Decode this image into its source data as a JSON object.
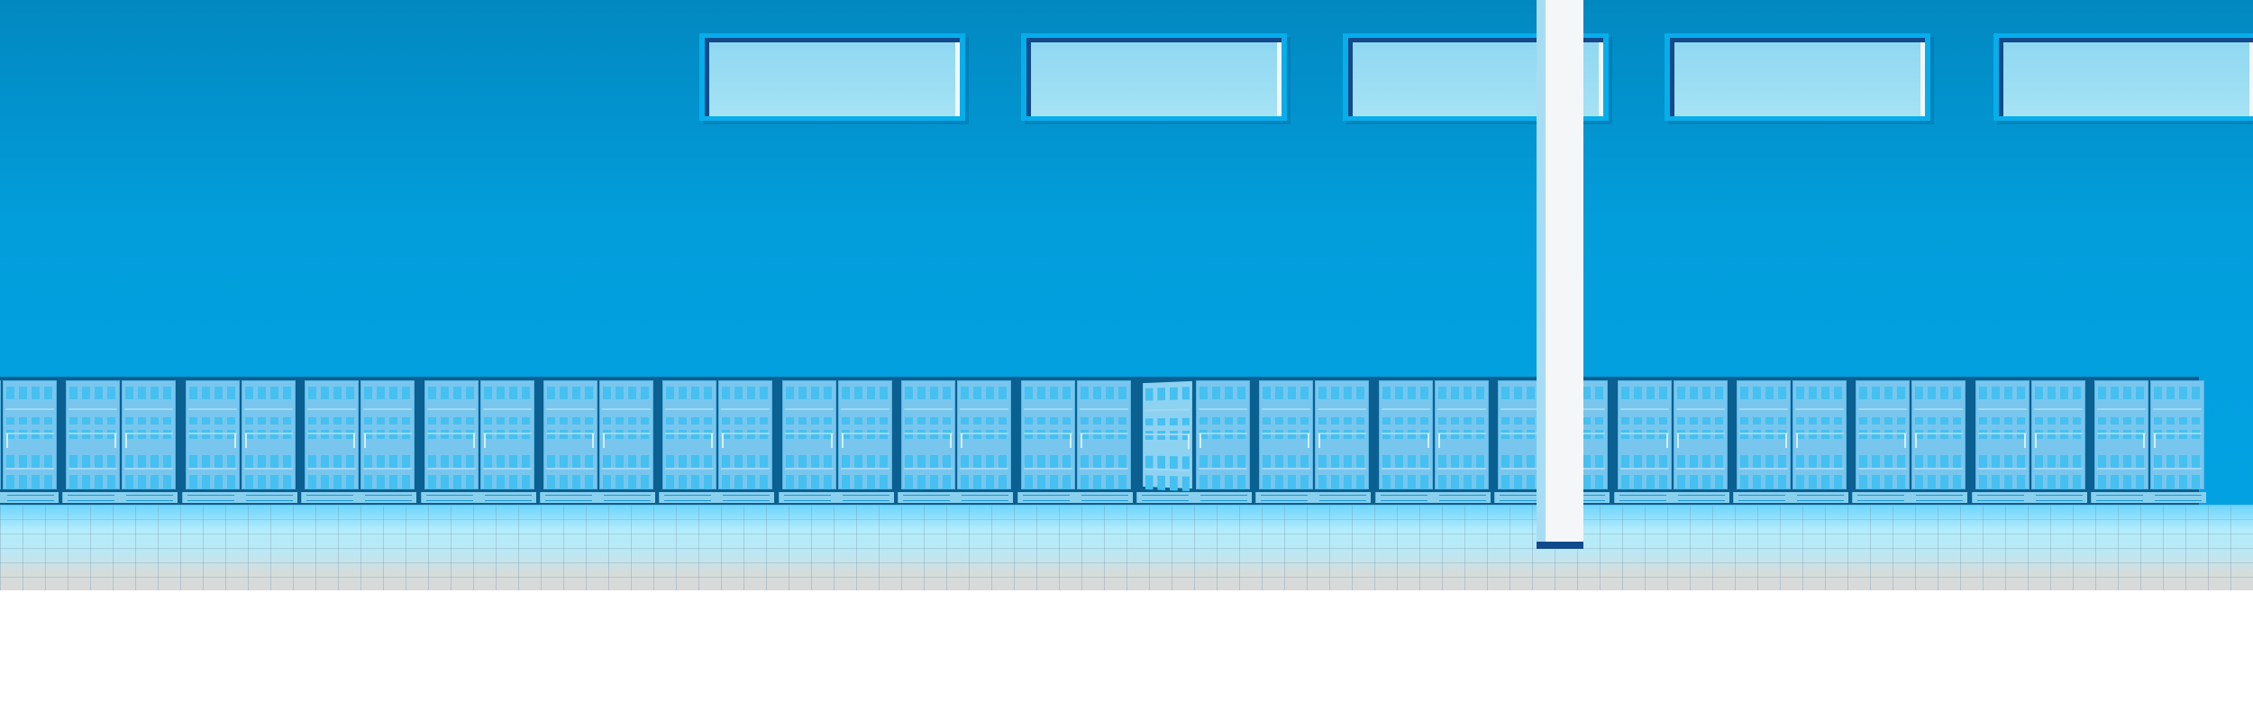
{
  "scene": {
    "description_type": "illustration",
    "window_count": 5,
    "freezer_unit_count": 19,
    "open_door_unit": 10,
    "colors": {
      "wall_top": "#0288c0",
      "wall_bottom": "#02a2e2",
      "window_frame": "#06aeea",
      "window_glass": "#a6e2f4",
      "freezer_frame": "#0a6090",
      "freezer_glass": "#78c6ee",
      "products": "#45c0f0",
      "floor_reflection": "#b4ecfc",
      "floor_tile": "#d8d9d8",
      "column": "#f4f6f8",
      "column_base": "#114a8c"
    }
  }
}
